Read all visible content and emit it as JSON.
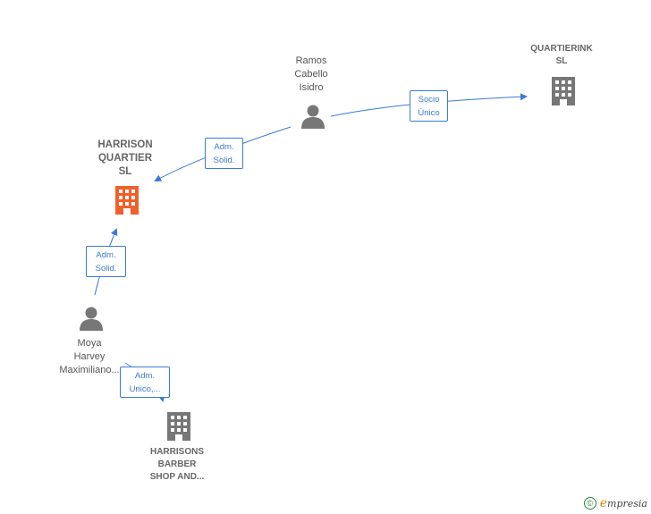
{
  "nodes": {
    "ramos": {
      "label": "Ramos\nCabello\nIsidro",
      "type": "person",
      "icon": "person-icon"
    },
    "quartierink": {
      "label": "QUARTIERINK\nSL",
      "type": "company",
      "icon": "building-icon"
    },
    "harrison": {
      "label": "HARRISON\nQUARTIER\nSL",
      "type": "company",
      "icon": "building-icon",
      "highlight": true
    },
    "moya": {
      "label": "Moya\nHarvey\nMaximiliano...",
      "type": "person",
      "icon": "person-icon"
    },
    "harrisons_barber": {
      "label": "HARRISONS\nBARBER\nSHOP AND...",
      "type": "company",
      "icon": "building-icon"
    }
  },
  "edges": [
    {
      "from": "ramos",
      "to": "quartierink",
      "label": "Socio\nÚnico"
    },
    {
      "from": "ramos",
      "to": "harrison",
      "label": "Adm.\nSolid."
    },
    {
      "from": "moya",
      "to": "harrison",
      "label": "Adm.\nSolid."
    },
    {
      "from": "moya",
      "to": "harrisons_barber",
      "label": "Adm.\nUnico,..."
    }
  ],
  "footer": {
    "copyright": "©",
    "brand_initial": "e",
    "brand_rest": "mpresia"
  },
  "colors": {
    "edge": "#3a7bd5",
    "company": "#777777",
    "company_highlight": "#f0602a",
    "person": "#777777"
  }
}
